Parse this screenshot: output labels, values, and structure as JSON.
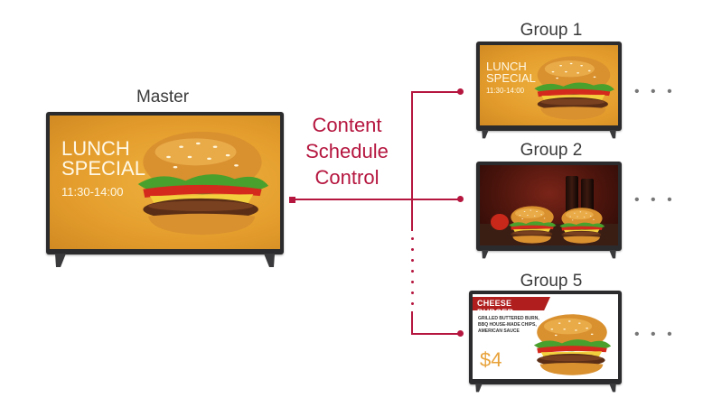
{
  "master": {
    "label": "Master",
    "screen": {
      "line1": "LUNCH",
      "line2": "SPECIAL",
      "time": "11:30-14:00"
    }
  },
  "control": {
    "line1": "Content",
    "line2": "Schedule",
    "line3": "Control"
  },
  "groups": [
    {
      "label": "Group 1",
      "screen": {
        "line1": "LUNCH",
        "line2": "SPECIAL",
        "time": "11:30-14:00"
      }
    },
    {
      "label": "Group 2"
    },
    {
      "label": "Group 5",
      "screen": {
        "banner": "CHEESE BURGER",
        "desc1": "GRILLED BUTTERED BURN,",
        "desc2": "BBQ HOUSE-MADE CHIPS,",
        "desc3": "AMERICAN SAUCE",
        "price": "$4"
      }
    }
  ],
  "more_indicator": "• • •",
  "colors": {
    "accent": "#b5163f",
    "screen_orange": "#e6a030",
    "bezel": "#2b2b2d"
  }
}
